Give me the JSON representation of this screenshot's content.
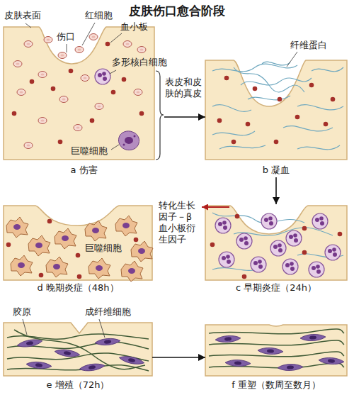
{
  "diagram": {
    "title": "皮肤伤口愈合阶段",
    "nodes": [
      {
        "text": [
          "a 伤害"
        ]
      },
      {
        "text": [
          "b 凝血"
        ]
      },
      {
        "text": [
          "d 晚期炎症（48h）"
        ]
      },
      {
        "text": [
          "c 早期炎症（24h）"
        ]
      },
      {
        "text": [
          "e 增殖（72h）"
        ]
      },
      {
        "text": [
          "f 重塑（数周至数月）"
        ]
      }
    ],
    "edges": [
      {
        "from": 0,
        "to": 1,
        "arrow": "to"
      },
      {
        "from": 1,
        "to": 3,
        "arrow": "to"
      },
      {
        "from": 4,
        "to": 5,
        "arrow": "to"
      }
    ],
    "labels": [
      "皮肤表面",
      "伤口",
      "红细胞",
      "血小板",
      "多形核白细胞",
      "表皮和皮肤的真皮",
      "巨噬细胞",
      "纤维蛋白",
      "转化生长因子－β 血小板衍生因子",
      "巨噬细胞",
      "胶原",
      "成纤维细胞"
    ]
  }
}
